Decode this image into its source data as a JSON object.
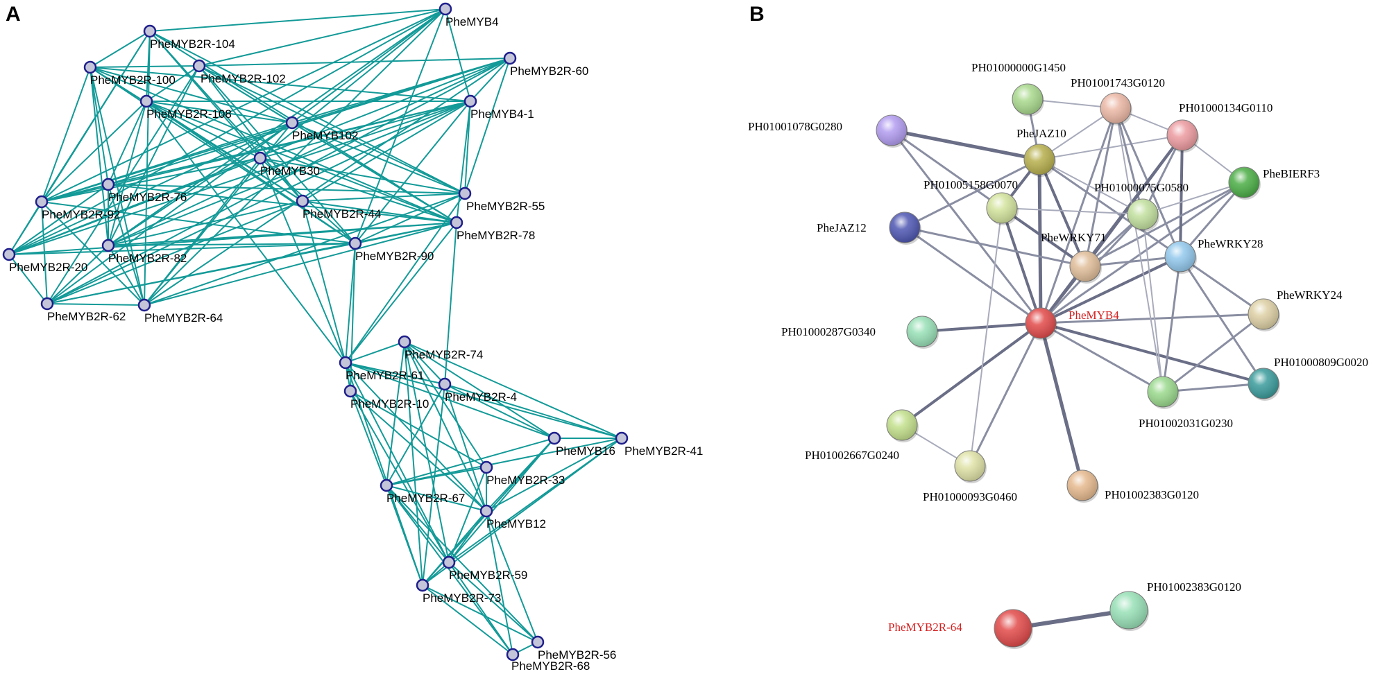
{
  "panel_a": {
    "letter": "A",
    "edge_color": "#139a98",
    "node_fill": "#c4c5d8",
    "node_stroke": "#1f1f8c",
    "nodes": [
      {
        "id": "MYB4",
        "label": "PheMYB4"
      },
      {
        "id": "R104",
        "label": "PheMYB2R-104"
      },
      {
        "id": "R60",
        "label": "PheMYB2R-60"
      },
      {
        "id": "R100",
        "label": "PheMYB2R-100"
      },
      {
        "id": "R102",
        "label": "PheMYB2R-102"
      },
      {
        "id": "R108",
        "label": "PheMYB2R-108"
      },
      {
        "id": "MYB41",
        "label": "PheMYB4-1"
      },
      {
        "id": "MYB102",
        "label": "PheMYB102"
      },
      {
        "id": "MYB30",
        "label": "PheMYB30"
      },
      {
        "id": "R76",
        "label": "PheMYB2R-76"
      },
      {
        "id": "R92",
        "label": "PheMYB2R-92"
      },
      {
        "id": "R44",
        "label": "PheMYB2R-44"
      },
      {
        "id": "R55",
        "label": "PheMYB2R-55"
      },
      {
        "id": "R78",
        "label": "PheMYB2R-78"
      },
      {
        "id": "R20",
        "label": "PheMYB2R-20"
      },
      {
        "id": "R82",
        "label": "PheMYB2R-82"
      },
      {
        "id": "R90",
        "label": "PheMYB2R-90"
      },
      {
        "id": "R62",
        "label": "PheMYB2R-62"
      },
      {
        "id": "R64",
        "label": "PheMYB2R-64"
      },
      {
        "id": "R74",
        "label": "PheMYB2R-74"
      },
      {
        "id": "R61",
        "label": "PheMYB2R-61"
      },
      {
        "id": "R4",
        "label": "PheMYB2R-4"
      },
      {
        "id": "R10",
        "label": "PheMYB2R-10"
      },
      {
        "id": "MYB16",
        "label": "PheMYB16"
      },
      {
        "id": "R41",
        "label": "PheMYB2R-41"
      },
      {
        "id": "R33",
        "label": "PheMYB2R-33"
      },
      {
        "id": "R67",
        "label": "PheMYB2R-67"
      },
      {
        "id": "MYB12",
        "label": "PheMYB12"
      },
      {
        "id": "R59",
        "label": "PheMYB2R-59"
      },
      {
        "id": "R73",
        "label": "PheMYB2R-73"
      },
      {
        "id": "R56",
        "label": "PheMYB2R-56"
      },
      {
        "id": "R68",
        "label": "PheMYB2R-68"
      }
    ]
  },
  "panel_b": {
    "letter": "B",
    "highlight_color": "#d42020",
    "nodes": [
      {
        "id": "G1450",
        "label": "PH01000000G1450",
        "color": "#a9d98d"
      },
      {
        "id": "G0120a",
        "label": "PH01001743G0120",
        "color": "#ecb8a6"
      },
      {
        "id": "G0280",
        "label": "PH01001078G0280",
        "color": "#b29cf0"
      },
      {
        "id": "JAZ10",
        "label": "PheJAZ10",
        "color": "#b7b04e"
      },
      {
        "id": "G0110",
        "label": "PH01000134G0110",
        "color": "#ec9ba0"
      },
      {
        "id": "BIERF3",
        "label": "PheBIERF3",
        "color": "#4cae46"
      },
      {
        "id": "G0070",
        "label": "PH01005158G0070",
        "color": "#d3e39d"
      },
      {
        "id": "G0580",
        "label": "PH01000075G0580",
        "color": "#c2e09f"
      },
      {
        "id": "JAZ12",
        "label": "PheJAZ12",
        "color": "#4f57b2"
      },
      {
        "id": "WRKY71",
        "label": "PheWRKY71",
        "color": "#e0bd99"
      },
      {
        "id": "WRKY28",
        "label": "PheWRKY28",
        "color": "#92c8ec"
      },
      {
        "id": "WRKY24",
        "label": "PheWRKY24",
        "color": "#ddd0a4"
      },
      {
        "id": "MYB4",
        "label": "PheMYB4",
        "color": "#e24a4a",
        "highlight": true
      },
      {
        "id": "G0340",
        "label": "PH01000287G0340",
        "color": "#98e0b6"
      },
      {
        "id": "G0020",
        "label": "PH01000809G0020",
        "color": "#3b9c9c"
      },
      {
        "id": "G0230",
        "label": "PH01002031G0230",
        "color": "#9ad98d"
      },
      {
        "id": "G0240",
        "label": "PH01002667G0240",
        "color": "#c3e08c"
      },
      {
        "id": "G0460",
        "label": "PH01000093G0460",
        "color": "#dfe2a6"
      },
      {
        "id": "G0120b",
        "label": "PH01002383G0120",
        "color": "#e6b98e"
      },
      {
        "id": "R64",
        "label": "PheMYB2R-64",
        "color": "#e24a4a",
        "highlight": true
      },
      {
        "id": "G0120c",
        "label": "PH01002383G0120",
        "color": "#98e0b6"
      }
    ]
  }
}
